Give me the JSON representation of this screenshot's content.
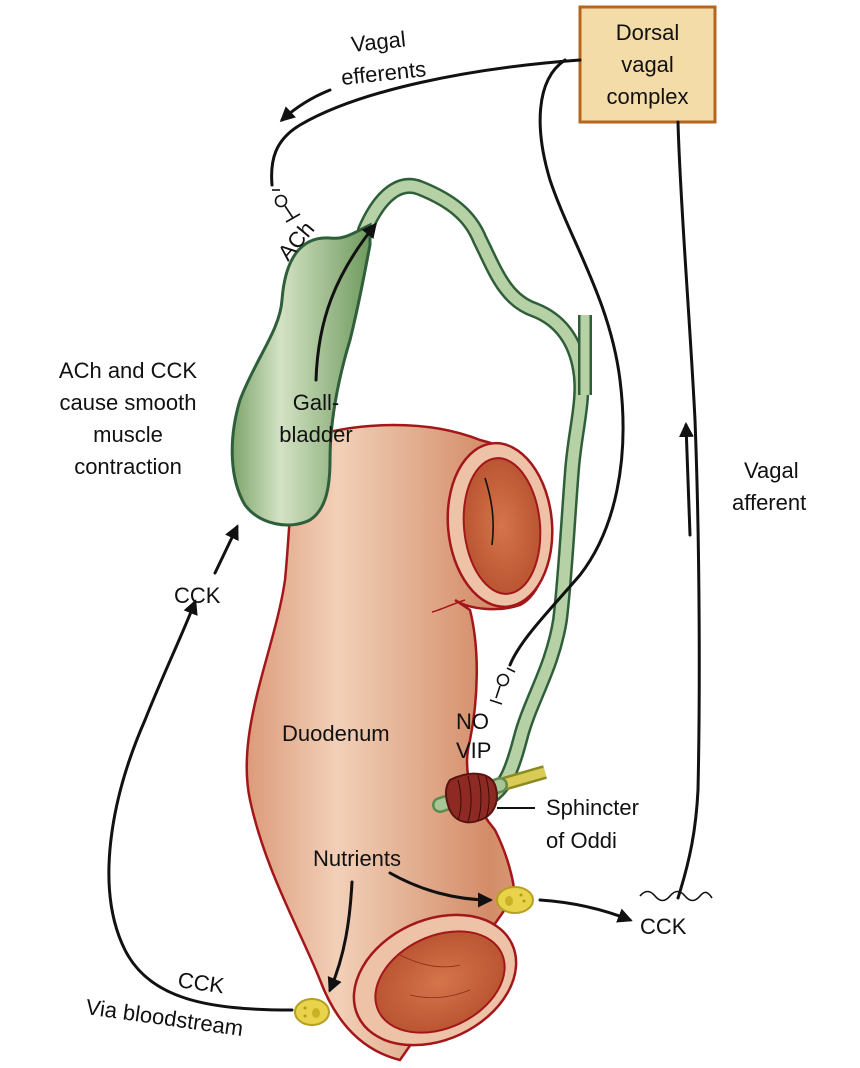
{
  "title": "Regulation of gallbladder contraction and sphincter of Oddi relaxation",
  "labels": {
    "dorsal_vagal_complex": [
      "Dorsal",
      "vagal",
      "complex"
    ],
    "vagal_efferents": [
      "Vagal",
      "efferents"
    ],
    "ach_at_gallbladder": "ACh",
    "ach_and_cck": [
      "ACh and CCK",
      "cause smooth",
      "muscle",
      "contraction"
    ],
    "gallbladder": [
      "Gall-",
      "bladder"
    ],
    "cck_upper": "CCK",
    "vagal_afferent": [
      "Vagal",
      "afferent"
    ],
    "duodenum": "Duodenum",
    "no": "NO",
    "vip": "VIP",
    "sphincter_of_oddi": [
      "Sphincter",
      "of Oddi"
    ],
    "nutrients": "Nutrients",
    "cck_right": "CCK",
    "cck_lower": "CCK",
    "via_bloodstream": "Via bloodstream"
  },
  "colors": {
    "dvc_fill": "#f3dca8",
    "dvc_border": "#b5651d",
    "gallbladder": "#8fb27e",
    "gallbladder_border": "#2f5e3a",
    "duodenum": "#e2a585",
    "duodenum_border": "#a3171b",
    "lumen": "#c8613a",
    "sphincter": "#8e2a24",
    "cck_cell": "#e8d34a"
  }
}
